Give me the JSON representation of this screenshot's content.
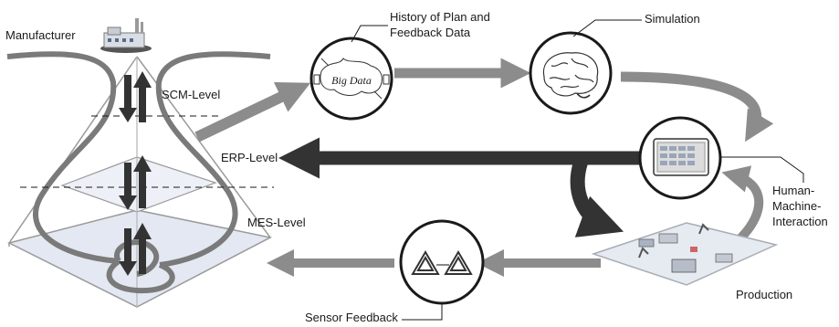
{
  "labels": {
    "manufacturer": "Manufacturer",
    "scm_level": "SCM-Level",
    "erp_level": "ERP-Level",
    "mes_level": "MES-Level",
    "history_line1": "History of Plan and",
    "history_line2": "Feedback Data",
    "simulation": "Simulation",
    "hmi_line1": "Human-",
    "hmi_line2": "Machine-",
    "hmi_line3": "Interaction",
    "production": "Production",
    "sensor_feedback": "Sensor Feedback",
    "big_data": "Big Data"
  },
  "colors": {
    "light_arrow": "#8c8c8c",
    "dark_arrow": "#333333",
    "pyramid_edge": "#9a9a9a",
    "pyramid_plane": "#e3e8f2",
    "circle_stroke": "#1a1a1a"
  },
  "icons": [
    "factory-icon",
    "big-data-icon",
    "brain-icon",
    "tablet-icon",
    "production-floor-icon",
    "penrose-triangle-icon"
  ]
}
